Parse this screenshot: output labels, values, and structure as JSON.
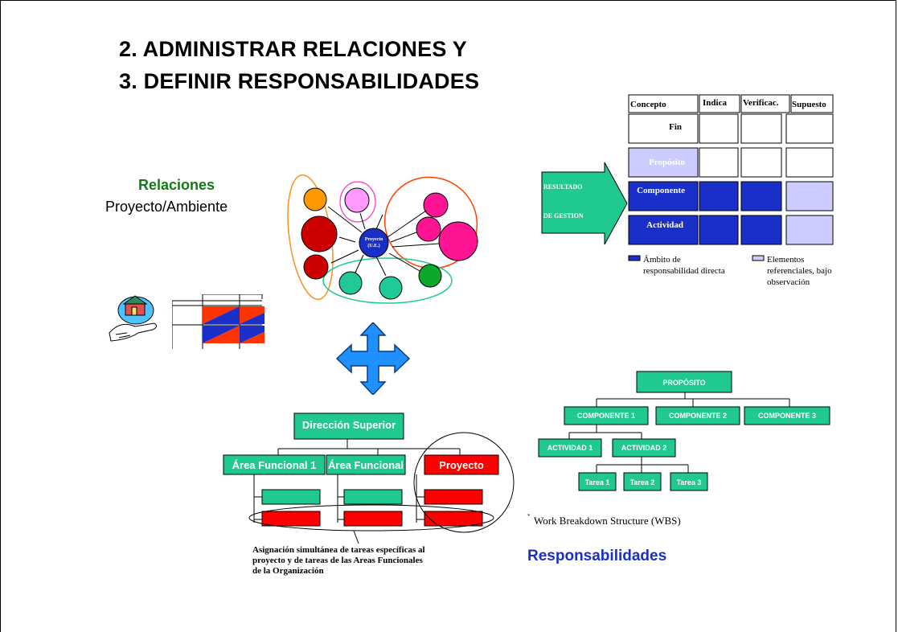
{
  "title": {
    "line1": "2. ADMINISTRAR  RELACIONES Y",
    "line2": "3. DEFINIR RESPONSABILIDADES"
  },
  "relaciones": {
    "heading": "Relaciones",
    "subheading": "Proyecto/Ambiente",
    "center_node_line1": "Proyecto",
    "center_node_line2": "(U.E.)"
  },
  "matrix": {
    "headers": [
      "Concepto",
      "Indica",
      "Verificac.",
      "Supuesto"
    ],
    "rows": [
      "Fin",
      "Propósito",
      "Componente",
      "Actividad"
    ],
    "arrow_line1": "RESULTADO",
    "arrow_line2": "DE GESTION",
    "legend_direct": "Ámbito de responsabilidad directa",
    "legend_direct_l1": "Ámbito de",
    "legend_direct_l2": "responsabilidad directa",
    "legend_ref_l1": "Elementos",
    "legend_ref_l2": "referenciales, bajo",
    "legend_ref_l3": "observación",
    "colors": {
      "dark_blue": "#1a2fc8",
      "lavender": "#ccccff",
      "arrow_green": "#1fc98f"
    }
  },
  "org": {
    "top": "Dirección Superior",
    "area1": "Área Funcional 1",
    "area2": "Área Funcional",
    "proyecto": "Proyecto",
    "caption_l1": "Asignación simultánea de tareas específicas al",
    "caption_l2": "proyecto y de tareas de las Areas Funcionales",
    "caption_l3": "de la Organización",
    "colors": {
      "green": "#1fc98f",
      "red": "#ff0000"
    }
  },
  "wbs": {
    "root": "PROPÓSITO",
    "components": [
      "COMPONENTE 1",
      "COMPONENTE 2",
      "COMPONENTE 3"
    ],
    "activities": [
      "ACTIVIDAD 1",
      "ACTIVIDAD 2"
    ],
    "tasks": [
      "Tarea 1",
      "Tarea 2",
      "Tarea 3"
    ],
    "footnote_mark": "*",
    "footnote": "Work Breakdown Structure (WBS)",
    "heading": "Responsabilidades"
  },
  "icons": [
    "house-in-hand-icon",
    "compass-arrows-icon",
    "mini-table-icon"
  ]
}
